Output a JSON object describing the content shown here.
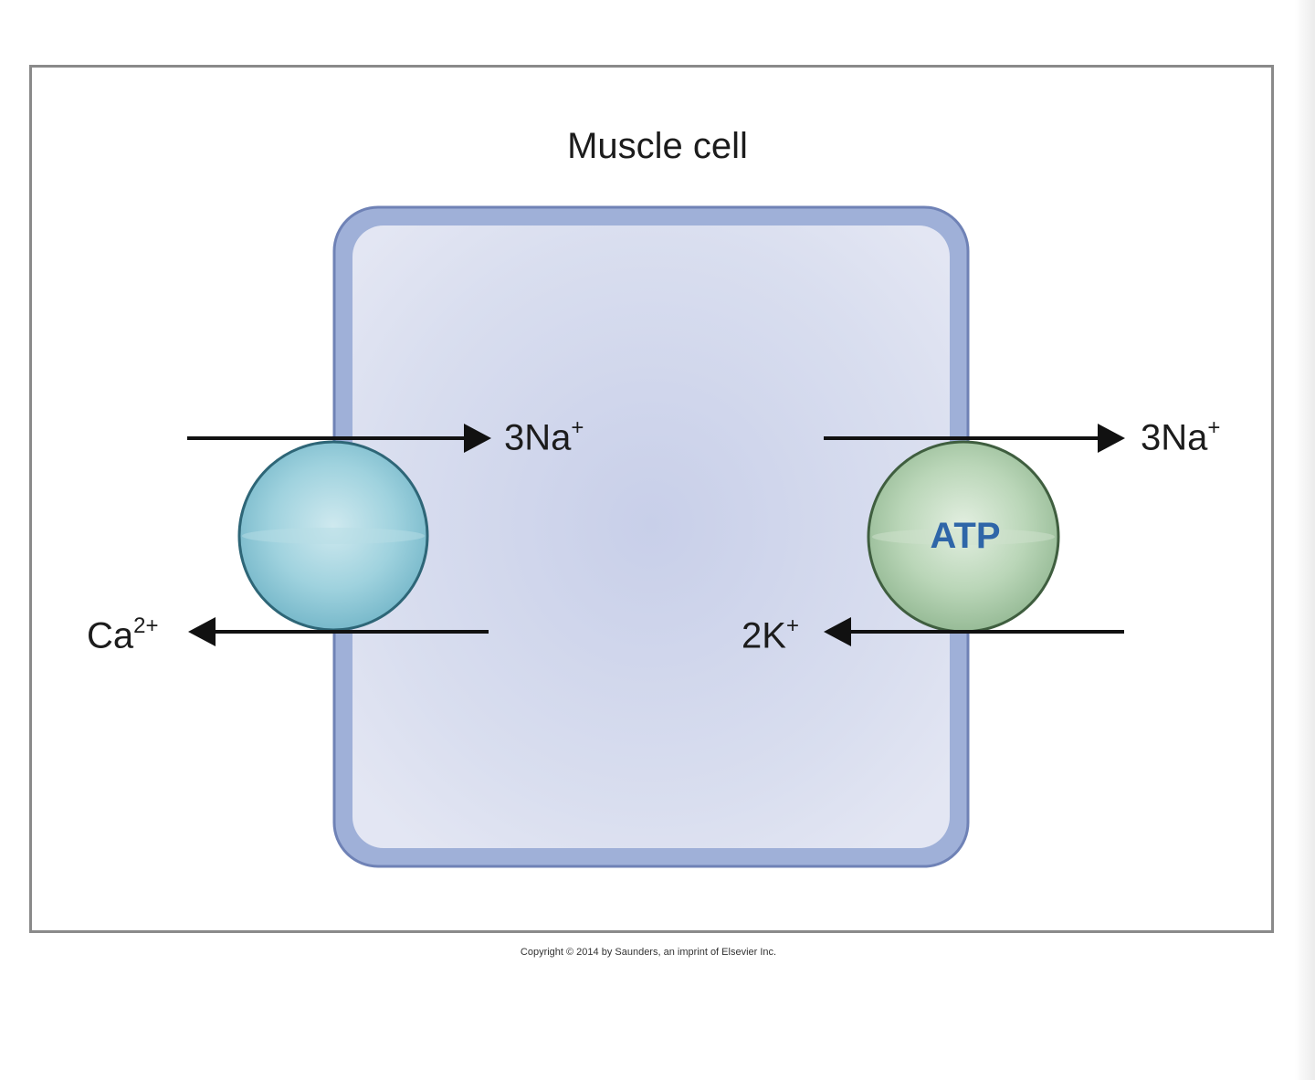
{
  "diagram": {
    "title": "Muscle cell",
    "left_exchanger": {
      "inward_ion": "3Na",
      "inward_charge": "+",
      "outward_ion": "Ca",
      "outward_charge": "2+"
    },
    "right_pump": {
      "label": "ATP",
      "outward_ion": "3Na",
      "outward_charge": "+",
      "inward_ion": "2K",
      "inward_charge": "+"
    },
    "copyright": "Copyright © 2014 by Saunders, an imprint of Elsevier Inc."
  },
  "colors": {
    "cell_fill": "#d3d9ee",
    "cell_border": "#7f93c5",
    "exchanger_fill": "#8ec9d8",
    "pump_fill": "#a9c9a8",
    "atp_text": "#2f66a8",
    "arrow": "#111111"
  }
}
